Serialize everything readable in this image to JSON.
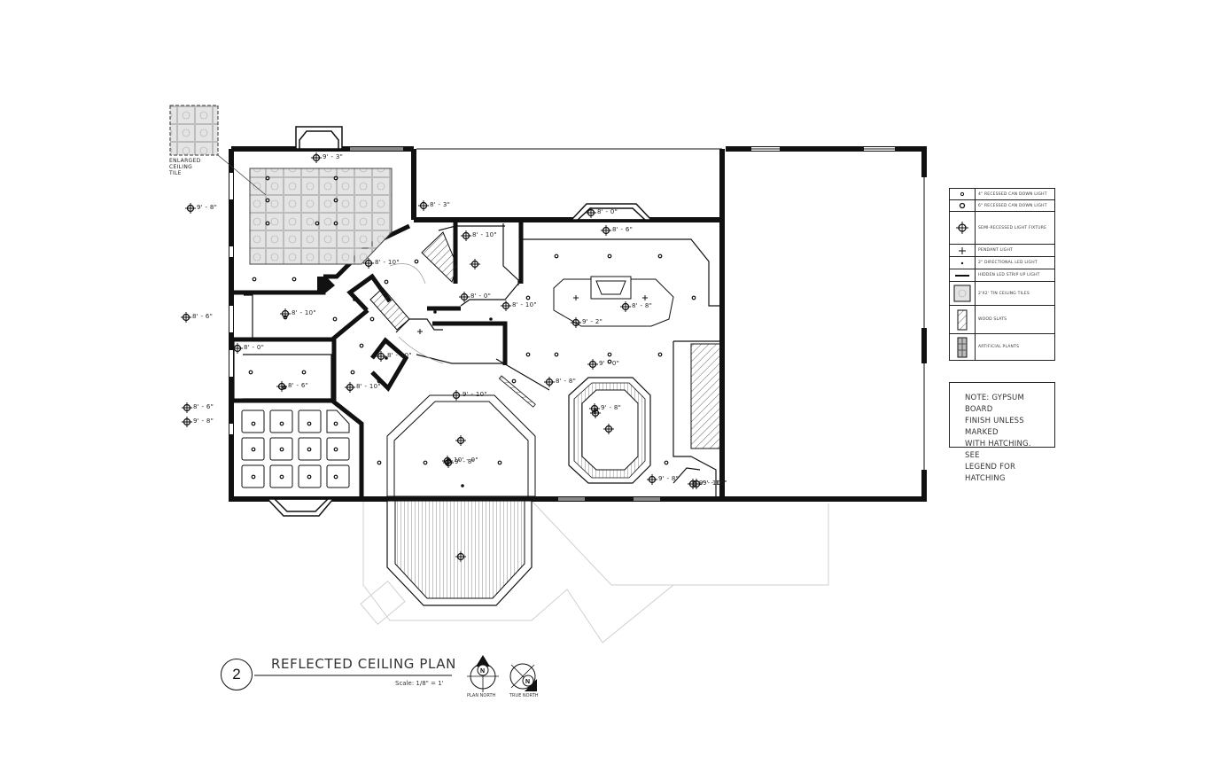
{
  "drawing": {
    "number": "2",
    "title": "REFLECTED CEILING PLAN",
    "scale": "Scale: 1/8\" = 1'",
    "plan_north": "PLAN NORTH",
    "true_north": "TRUE NORTH",
    "north_letter": "N"
  },
  "enlarged_tile": "ENLARGED CEILING TILE",
  "legend": [
    {
      "symbol": "dot-small-icon",
      "text": "4\" RECESSED CAN DOWN LIGHT"
    },
    {
      "symbol": "circle-icon",
      "text": "6\" RECESSED CAN DOWN LIGHT"
    },
    {
      "symbol": "crosshair-icon",
      "text": "SEMI-RECESSED LIGHT FIXTURE"
    },
    {
      "symbol": "plus-icon",
      "text": "PENDANT LIGHT"
    },
    {
      "symbol": "dot-tiny-icon",
      "text": "2\" DIRECTIONAL LED LIGHT"
    },
    {
      "symbol": "line-icon",
      "text": "HIDDEN LED STRIP UP LIGHT"
    },
    {
      "symbol": "tile-icon",
      "text": "2'X2' TIN CEILING TILES"
    },
    {
      "symbol": "wood-slat-icon",
      "text": "WOOD SLATS"
    },
    {
      "symbol": "artificial-plant-icon",
      "text": "ARTIFICIAL PLANTS"
    }
  ],
  "notes": [
    "NOTE: GYPSUM BOARD",
    "FINISH UNLESS MARKED",
    "WITH HATCHING. SEE",
    "LEGEND FOR HATCHING"
  ],
  "ceiling_heights": [
    "9' - 3\"",
    "9' - 8\"",
    "9' - 8\"",
    "8' - 0\"",
    "8' - 6\"",
    "8' - 0\"",
    "8' - 3\"",
    "8' - 10\"",
    "8' - 6\"",
    "8' - 10\"",
    "8' - 0\"",
    "8' - 10\"",
    "8' - 10\"",
    "8' - 10\"",
    "8' - 6\"",
    "8' - 6\"",
    "8' - 10\"",
    "9' - 2\"",
    "8' - 8\"",
    "9' - 10\"",
    "9' - 0\"",
    "8' - 8\"",
    "9' - 8\"",
    "9' - 8\"",
    "10' - 0\"",
    "9' - 10\"",
    "9' - 8\"",
    "9' - 10\""
  ]
}
